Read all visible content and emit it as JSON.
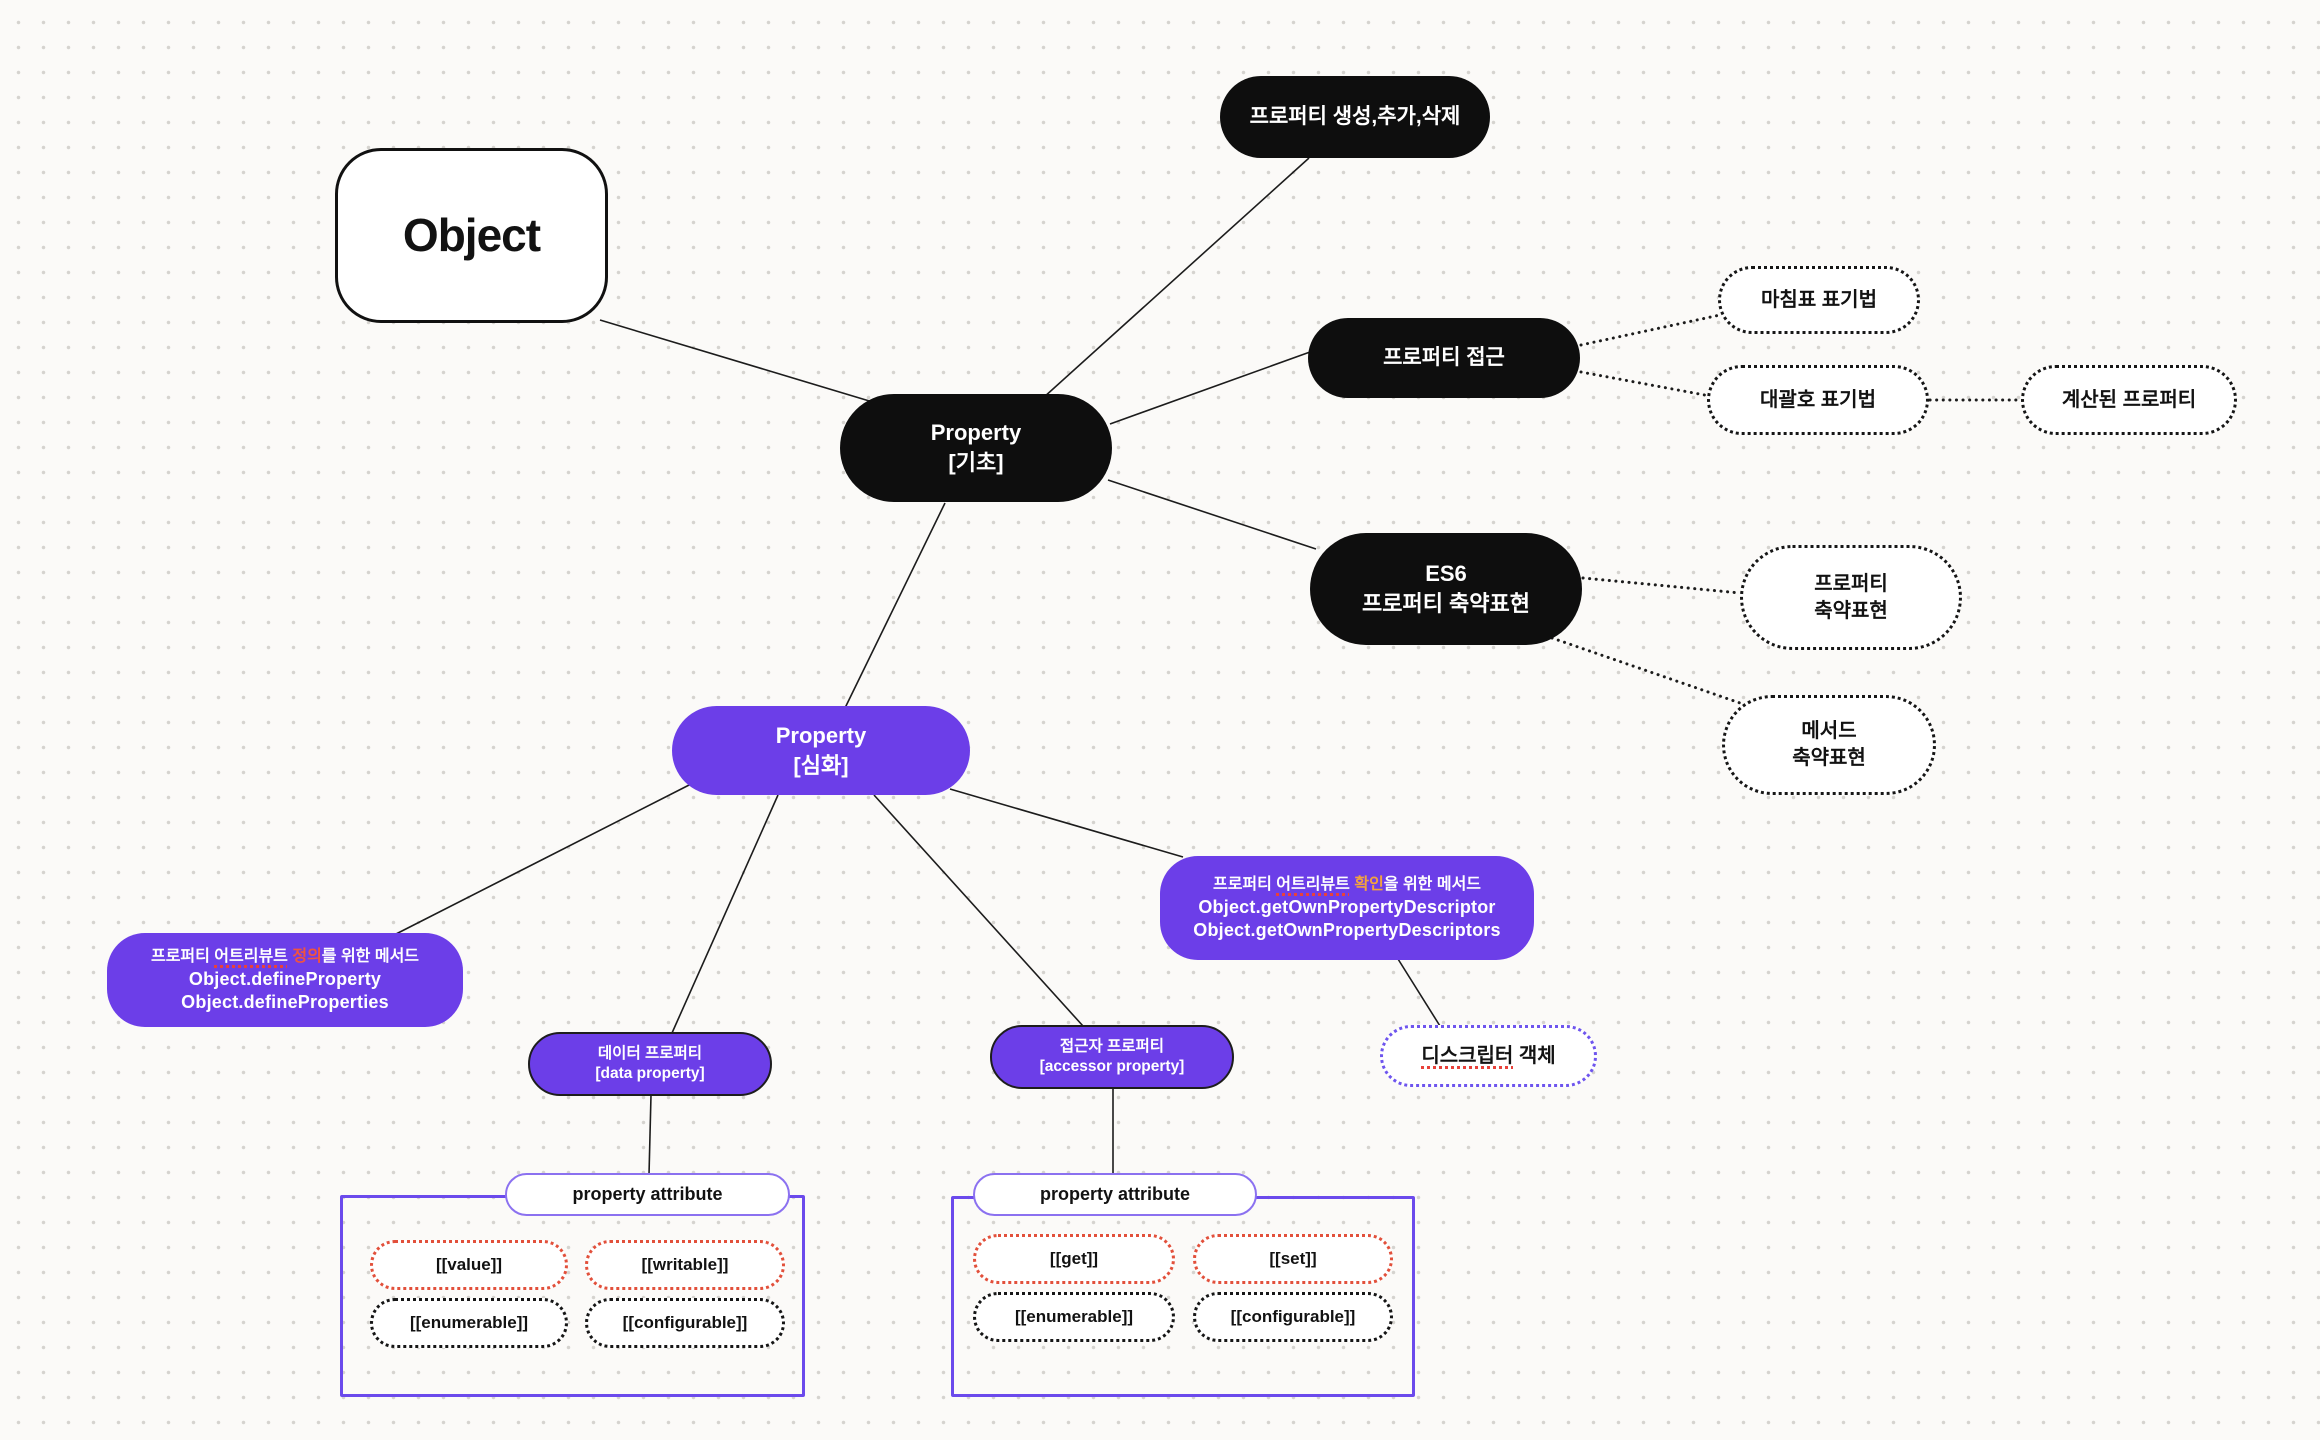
{
  "canvas": {
    "background": "#fbfaf8",
    "dot_color": "#d5d3cf"
  },
  "colors": {
    "node_black": "#0e0e0e",
    "node_purple": "#6c3ee8",
    "container_border_purple": "#6b4aec",
    "header_border_purple": "#8b71f0",
    "descriptor_border_purple": "#6e55ee",
    "attr_dotted_red": "#e2503b",
    "attr_dotted_black": "#161616",
    "highlight_red": "#f1543e",
    "highlight_orange": "#f2a23e",
    "misspell_underline": "#e8413a"
  },
  "nodes": {
    "object": {
      "label": "Object"
    },
    "create_add_delete": {
      "label": "프로퍼티 생성,추가,삭제"
    },
    "property_basic": {
      "line1": "Property",
      "line2": "[기초]"
    },
    "property_access": {
      "label": "프로퍼티 접근"
    },
    "dot_notation": {
      "label": "마침표 표기법"
    },
    "bracket_notation": {
      "label": "대괄호 표기법"
    },
    "computed_property": {
      "label": "계산된 프로퍼티"
    },
    "es6_shorthand": {
      "line1": "ES6",
      "line2": "프로퍼티 축약표현"
    },
    "property_shorthand": {
      "line1": "프로퍼티",
      "line2": "축약표현"
    },
    "method_shorthand": {
      "line1": "메서드",
      "line2": "축약표현"
    },
    "property_advanced": {
      "line1": "Property",
      "line2": "[심화]"
    },
    "define_methods": {
      "title_prefix": "프로퍼티 ",
      "title_misspelled": "어트리뷰트",
      "title_highlight": " 정의",
      "title_suffix": "를 위한 메서드",
      "method1": "Object.defineProperty",
      "method2": "Object.defineProperties"
    },
    "getown_methods": {
      "title_prefix": "프로퍼티 ",
      "title_misspelled": "어트리뷰트",
      "title_highlight": " 확인",
      "title_suffix": "을 위한 메서드",
      "method1": "Object.getOwnPropertyDescriptor",
      "method2": "Object.getOwnPropertyDescriptors"
    },
    "data_property": {
      "line1": "데이터 프로퍼티",
      "line2": "[data property]"
    },
    "accessor_property": {
      "line1": "접근자 프로퍼티",
      "line2": "[accessor property]"
    },
    "descriptor_object": {
      "label_misspelled": "디스크립터",
      "label_rest": " 객체"
    },
    "data_attr_group": {
      "header": "property attribute",
      "items": [
        {
          "label": "[[value]]",
          "accent": "red"
        },
        {
          "label": "[[writable]]",
          "accent": "red"
        },
        {
          "label": "[[enumerable]]",
          "accent": "black"
        },
        {
          "label": "[[configurable]]",
          "accent": "black"
        }
      ]
    },
    "accessor_attr_group": {
      "header": "property attribute",
      "items": [
        {
          "label": "[[get]]",
          "accent": "red"
        },
        {
          "label": "[[set]]",
          "accent": "red"
        },
        {
          "label": "[[enumerable]]",
          "accent": "black"
        },
        {
          "label": "[[configurable]]",
          "accent": "black"
        }
      ]
    }
  }
}
